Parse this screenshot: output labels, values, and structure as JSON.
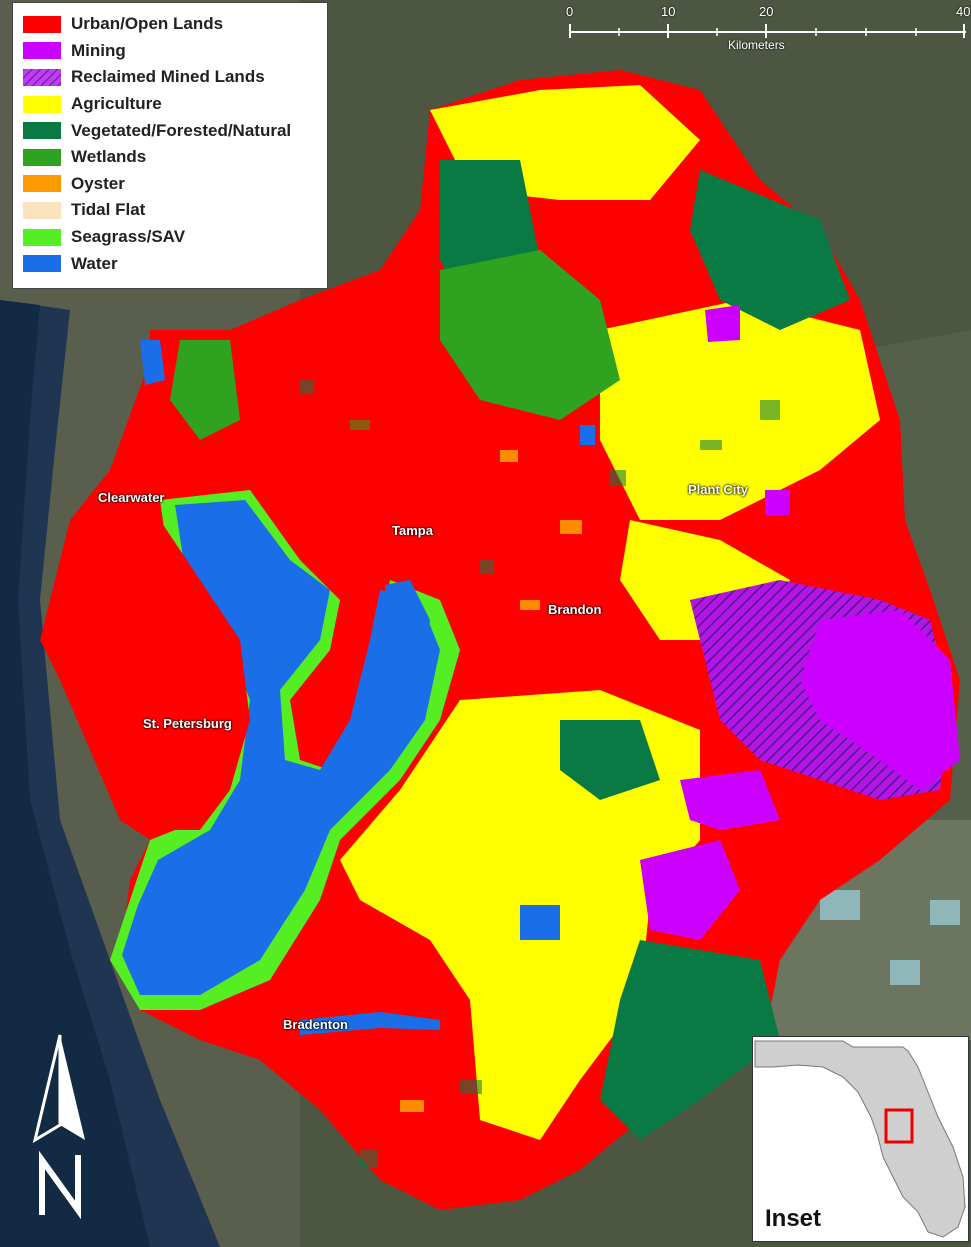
{
  "legend": {
    "items": [
      {
        "label": "Urban/Open Lands",
        "color": "#ff0000"
      },
      {
        "label": "Mining",
        "color": "#cc00ff"
      },
      {
        "label": "Reclaimed Mined Lands",
        "color": "#9b1fd6",
        "pattern": "hatched"
      },
      {
        "label": "Agriculture",
        "color": "#ffff00"
      },
      {
        "label": "Vegetated/Forested/Natural",
        "color": "#0a7a45"
      },
      {
        "label": "Wetlands",
        "color": "#2fa31f"
      },
      {
        "label": "Oyster",
        "color": "#ff9900"
      },
      {
        "label": "Tidal Flat",
        "color": "#fbe3c0"
      },
      {
        "label": "Seagrass/SAV",
        "color": "#55ee22"
      },
      {
        "label": "Water",
        "color": "#1a6fe8"
      }
    ]
  },
  "scale": {
    "ticks": [
      "0",
      "10",
      "20",
      "40"
    ],
    "units": "Kilometers"
  },
  "cities": {
    "clearwater": "Clearwater",
    "tampa": "Tampa",
    "plant_city": "Plant City",
    "brandon": "Brandon",
    "st_petersburg": "St. Petersburg",
    "bradenton": "Bradenton"
  },
  "inset": {
    "title": "Inset"
  }
}
